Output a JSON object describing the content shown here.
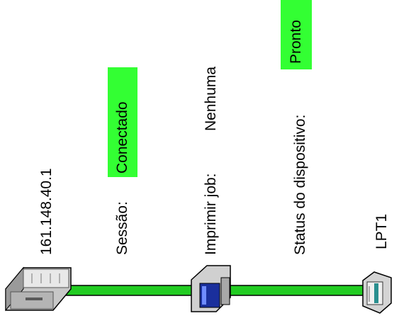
{
  "device": {
    "ip": "161.148.40.1",
    "port": "LPT1"
  },
  "session": {
    "label": "Sessão:",
    "status": "Conectado"
  },
  "print_job": {
    "label": "Imprimir job:",
    "value": "Nenhuma"
  },
  "device_status": {
    "label": "Status do dispositivo:",
    "value": "Pronto"
  },
  "colors": {
    "status_badge": "#33ff33",
    "connection_line": "#22cc22",
    "text": "#000000"
  },
  "icons": {
    "server": "server-icon",
    "workstation": "workstation-icon",
    "printer": "printer-icon"
  }
}
